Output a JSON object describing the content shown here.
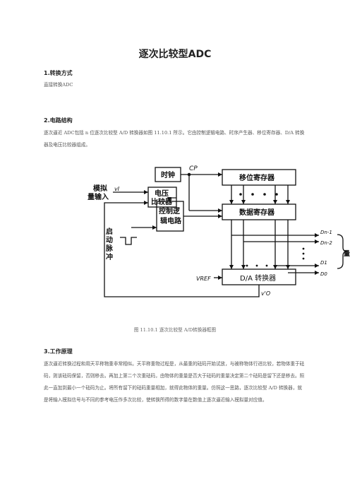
{
  "title": "逐次比较型ADC",
  "section1": {
    "heading": "1.转换方式",
    "body": "直接转换ADC"
  },
  "section2": {
    "heading": "2.电路结构",
    "body": "逐次逼近 ADC包括 n 位逐次比较型 A/D 转换器如图 11.10.1 所示。它由控制逻辑电路、时序产生器、移位寄存器、D/A 转换器及电压比较器组成。"
  },
  "diagram": {
    "analog_input_label": [
      "模拟",
      "量输入"
    ],
    "vi_label": "vI",
    "comparator_label": [
      "电压",
      "比较器"
    ],
    "clock_label": "时钟",
    "cp_label": "CP",
    "shift_register_label": "移位寄存器",
    "control_logic_label": [
      "控制逻",
      "辑电路"
    ],
    "data_register_label": "数据寄存器",
    "start_pulse_label": [
      "启",
      "动",
      "脉",
      "冲"
    ],
    "dac_label": "D/A 转换器",
    "vref_label": "VREF",
    "vo_label": "v'O",
    "outputs": [
      "Dn-1",
      "Dn-2",
      "D1",
      "D0"
    ],
    "output_brace_label": "量"
  },
  "caption": "图 11.10.1 逐次比较型 A/D转换器框图",
  "section3": {
    "heading": "3.工作原理",
    "body": "逐次逼近转换过程和用天平称物重非常相似。天平称重物过程是，从最重的砝码开始试放，与被称物体行进比较，若物体重于砝码，则该砝码保留，否则移去。再加上第二个次重砝码，由物体的重量是否大于砝码的重量决定第二个砝码是留下还是移去。照此一直加到最小一个砝码为止。将所有留下的砝码重量相加，就得此物体的重量。仿照这一思路，逐次比较型 A/D 转换器，就是将输入模拟信号与不同的参考电压作多次比较，使转换所得的数字量在数值上逐次逼近输入模拟量对应值。"
  }
}
